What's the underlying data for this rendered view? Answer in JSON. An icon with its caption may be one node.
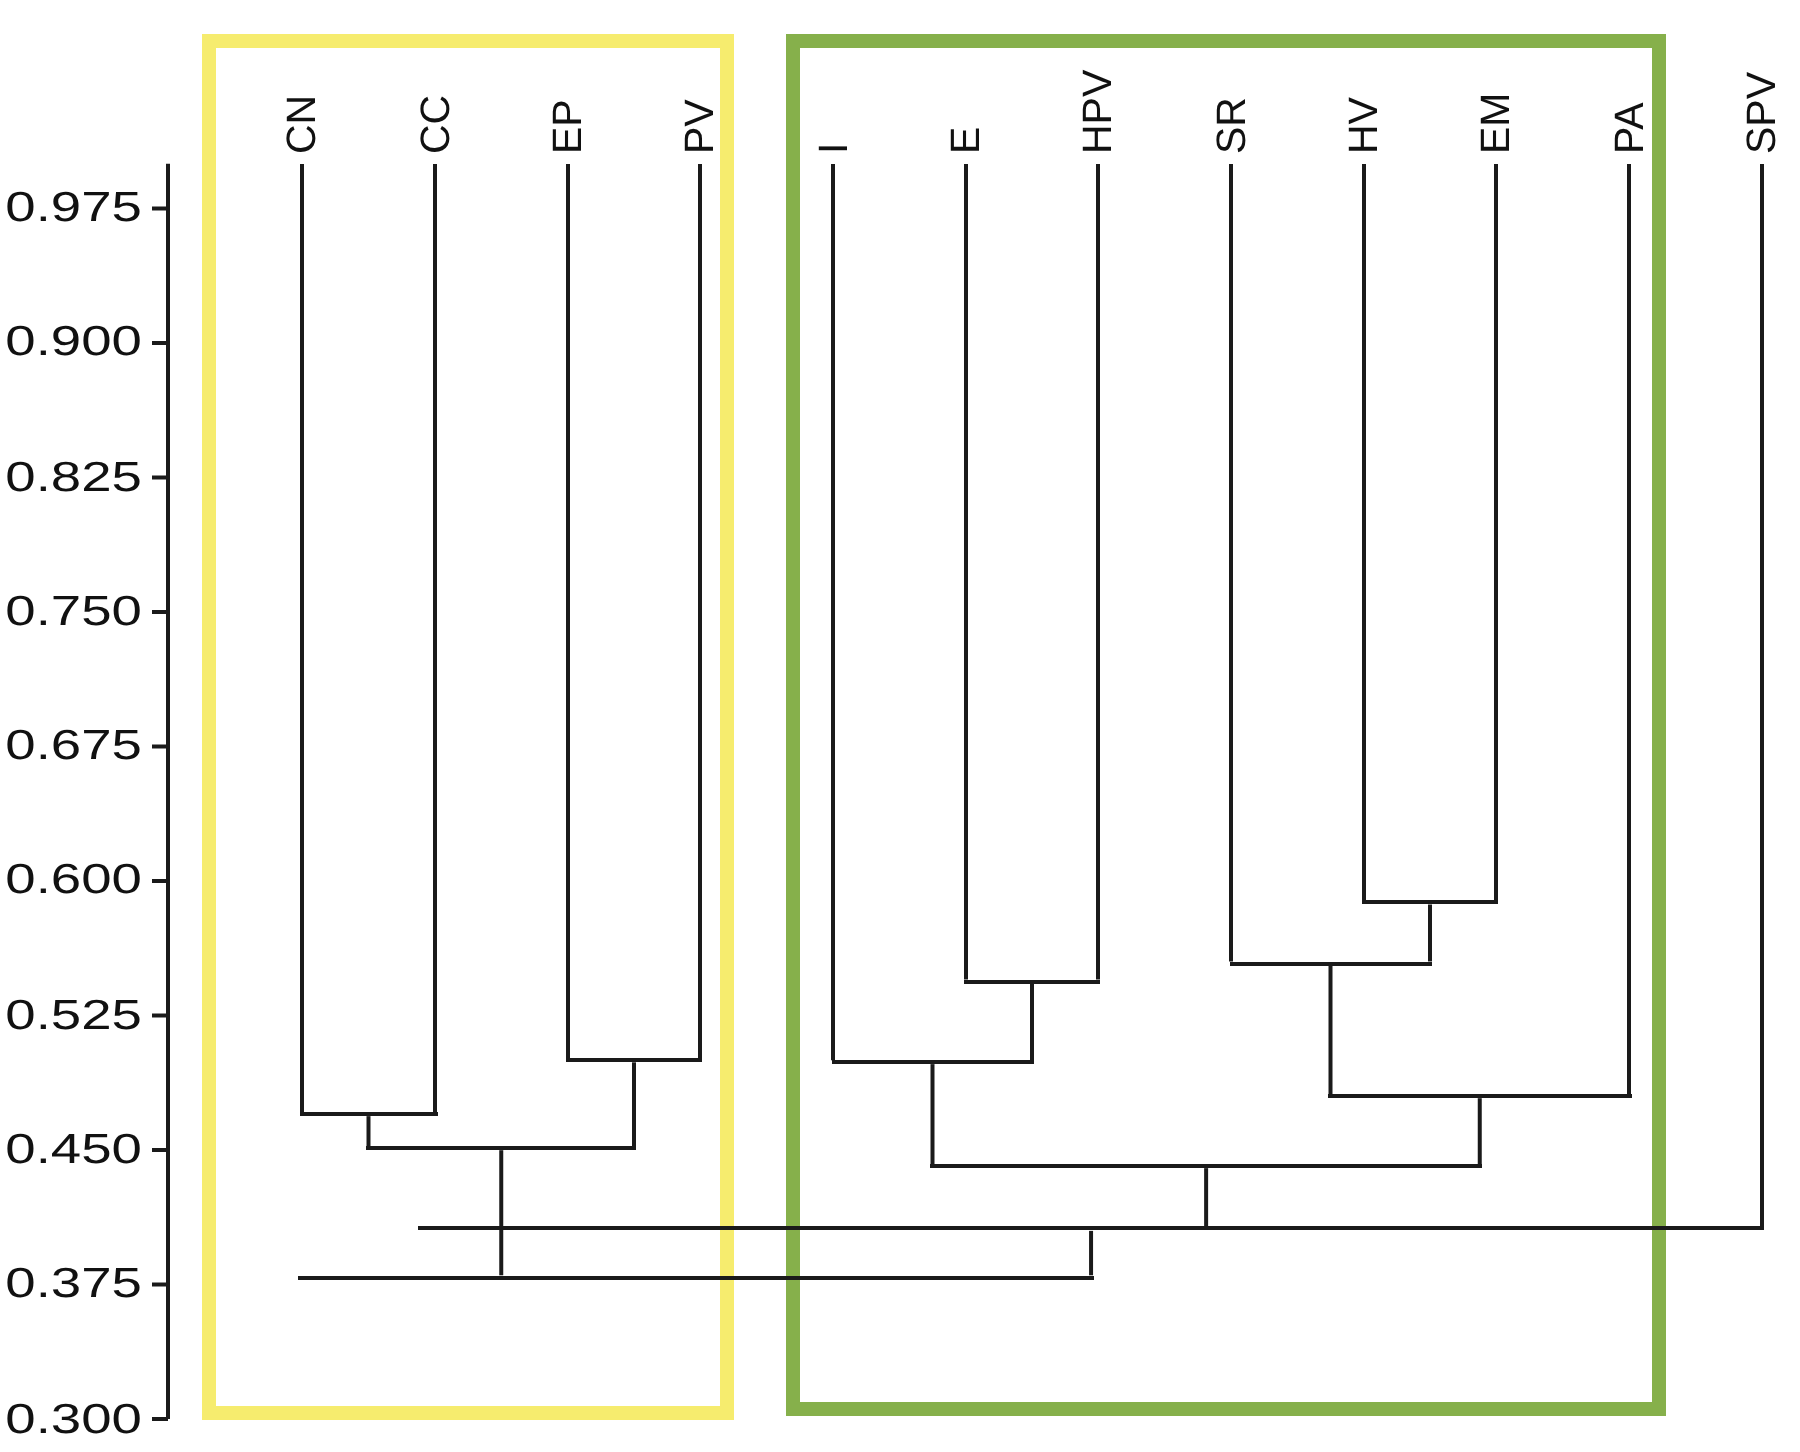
{
  "diagram": {
    "nodes": [
      {
        "text": [],
        "shape": "box"
      },
      {
        "text": [
          "CN"
        ],
        "in": 0
      },
      {
        "text": [
          "CC"
        ],
        "in": 0
      },
      {
        "text": [
          "EP"
        ],
        "in": 0
      },
      {
        "text": [
          "PV"
        ],
        "in": 0
      },
      {
        "text": [],
        "shape": "box"
      },
      {
        "text": [
          "I"
        ],
        "in": 5
      },
      {
        "text": [
          "E"
        ],
        "in": 5
      },
      {
        "text": [
          "HPV"
        ],
        "in": 5
      },
      {
        "text": [
          "SR"
        ],
        "in": 5
      },
      {
        "text": [
          "HV"
        ],
        "in": 5
      },
      {
        "text": [
          "EM"
        ],
        "in": 5
      },
      {
        "text": [
          "PA"
        ],
        "in": 5
      },
      {
        "text": [
          "SPV"
        ]
      },
      {
        "text": [],
        "shape": "bar",
        "in": 5
      },
      {
        "text": [],
        "shape": "bar",
        "in": 5
      },
      {
        "text": [],
        "shape": "bar",
        "in": 5
      },
      {
        "text": [],
        "shape": "bar",
        "in": 0
      },
      {
        "text": [],
        "shape": "bar",
        "in": 5
      },
      {
        "text": [],
        "shape": "bar",
        "in": 5
      },
      {
        "text": [],
        "shape": "bar",
        "in": 0
      },
      {
        "text": [],
        "shape": "bar",
        "in": 0
      },
      {
        "text": [],
        "shape": "bar",
        "in": 5
      },
      {
        "text": [],
        "shape": "bar"
      },
      {
        "text": [],
        "shape": "bar"
      }
    ],
    "edges": [
      {
        "from": 10,
        "to": 14,
        "arrow": "none"
      },
      {
        "from": 11,
        "to": 14,
        "arrow": "none"
      },
      {
        "from": 9,
        "to": 15,
        "arrow": "none"
      },
      {
        "from": 14,
        "to": 15,
        "arrow": "none"
      },
      {
        "from": 7,
        "to": 16,
        "arrow": "none"
      },
      {
        "from": 8,
        "to": 16,
        "arrow": "none"
      },
      {
        "from": 3,
        "to": 17,
        "arrow": "none"
      },
      {
        "from": 4,
        "to": 17,
        "arrow": "none"
      },
      {
        "from": 6,
        "to": 18,
        "arrow": "none"
      },
      {
        "from": 16,
        "to": 18,
        "arrow": "none"
      },
      {
        "from": 15,
        "to": 19,
        "arrow": "none"
      },
      {
        "from": 12,
        "to": 19,
        "arrow": "none"
      },
      {
        "from": 1,
        "to": 20,
        "arrow": "none"
      },
      {
        "from": 2,
        "to": 20,
        "arrow": "none"
      },
      {
        "from": 20,
        "to": 21,
        "arrow": "none"
      },
      {
        "from": 17,
        "to": 21,
        "arrow": "none"
      },
      {
        "from": 18,
        "to": 22,
        "arrow": "none"
      },
      {
        "from": 19,
        "to": 22,
        "arrow": "none"
      },
      {
        "from": 22,
        "to": 23,
        "arrow": "none"
      },
      {
        "from": 13,
        "to": 23,
        "arrow": "none"
      },
      {
        "from": 21,
        "to": 24,
        "arrow": "none"
      },
      {
        "from": 23,
        "to": 24,
        "arrow": "none"
      }
    ],
    "labels": [
      "0.975",
      "0.900",
      "0.825",
      "0.750",
      "0.675",
      "0.600",
      "0.525",
      "0.450",
      "0.375",
      "0.300"
    ]
  }
}
